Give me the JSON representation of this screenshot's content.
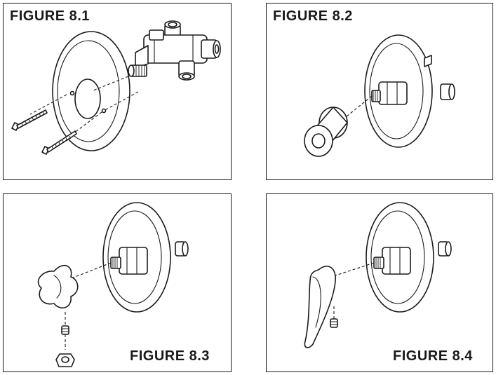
{
  "figures": [
    {
      "label": "FIGURE 8.1"
    },
    {
      "label": "FIGURE 8.2"
    },
    {
      "label": "FIGURE 8.3"
    },
    {
      "label": "FIGURE 8.4"
    }
  ]
}
